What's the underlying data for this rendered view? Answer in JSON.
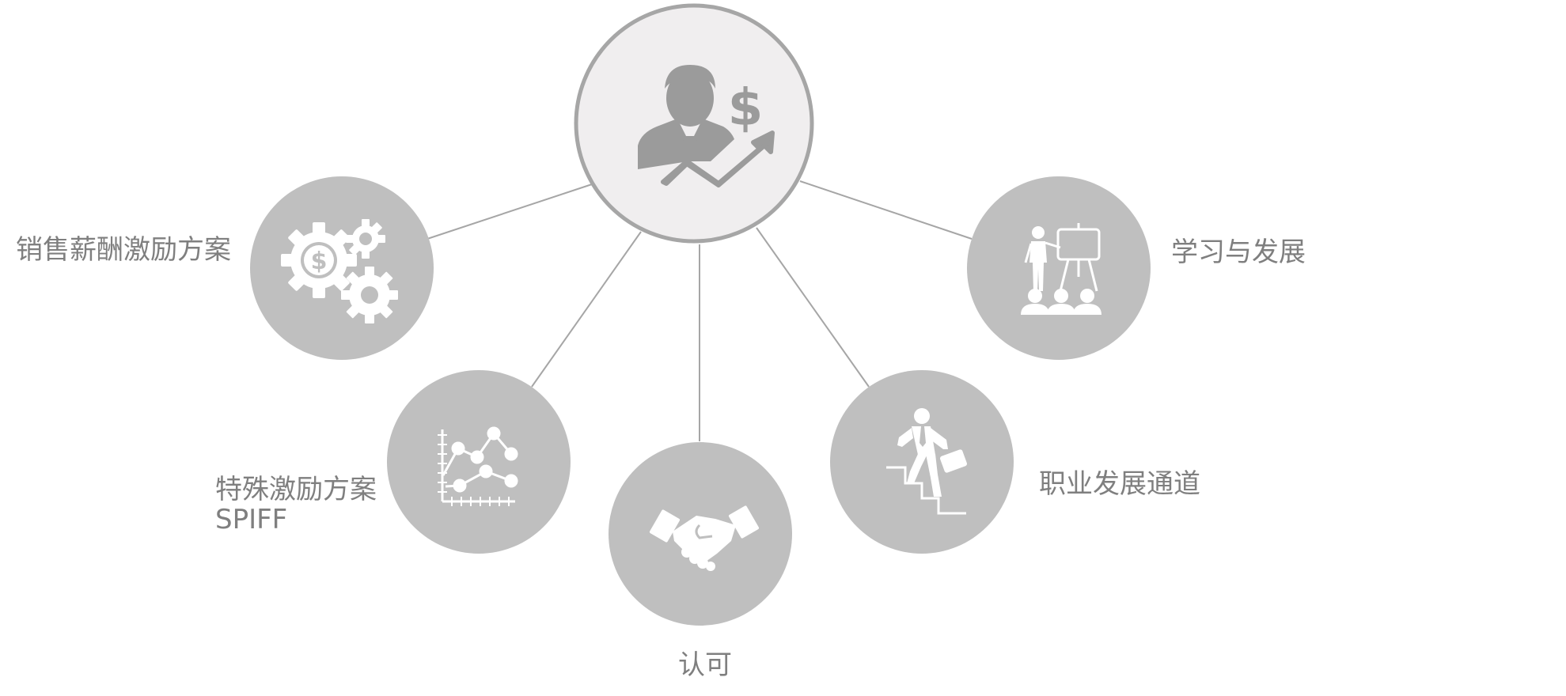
{
  "nodes": {
    "center": {
      "icon": "businessman-dollar-growth-icon"
    },
    "sales_compensation": {
      "label": "销售薪酬激励方案",
      "icon": "gears-dollar-icon"
    },
    "special_incentive": {
      "label_line1": "特殊激励方案",
      "label_line2": "SPIFF",
      "icon": "line-chart-icon"
    },
    "recognition": {
      "label": "认可",
      "icon": "handshake-icon"
    },
    "career_path": {
      "label": "职业发展通道",
      "icon": "climbing-stairs-businessman-icon"
    },
    "learning_development": {
      "label": "学习与发展",
      "icon": "presentation-training-icon"
    }
  },
  "colors": {
    "center_fill": "#f0eeef",
    "center_stroke": "#a6a6a6",
    "node_fill": "#bfbfbf",
    "connector": "#a6a6a6",
    "icon_center": "#9b9b9b",
    "icon_outer": "#ffffff",
    "label_text": "#7f7f7f"
  }
}
